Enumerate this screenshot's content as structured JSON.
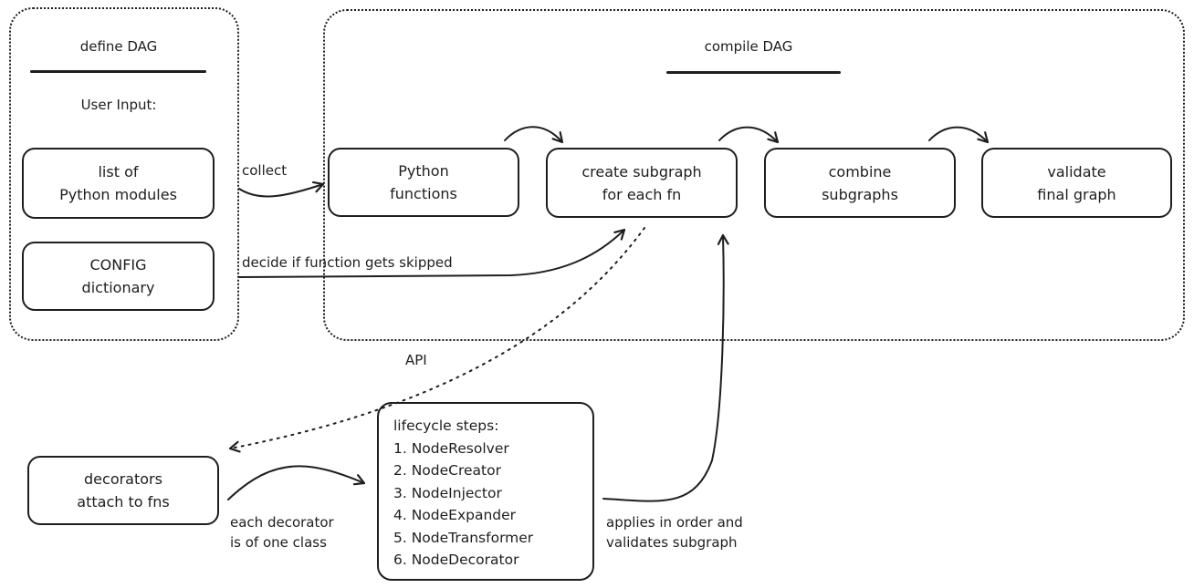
{
  "groups": {
    "define": {
      "title": "define DAG",
      "subtitle": "User Input:"
    },
    "compile": {
      "title": "compile DAG"
    }
  },
  "nodes": {
    "modules": {
      "line1": "list of",
      "line2": "Python modules"
    },
    "config": {
      "line1": "CONFIG",
      "line2": "dictionary"
    },
    "functions": {
      "line1": "Python",
      "line2": "functions"
    },
    "subgraph": {
      "line1": "create subgraph",
      "line2": "for each fn"
    },
    "combine": {
      "line1": "combine",
      "line2": "subgraphs"
    },
    "validate": {
      "line1": "validate",
      "line2": "final graph"
    },
    "decorators": {
      "line1": "decorators",
      "line2": "attach to fns"
    }
  },
  "lifecycle": {
    "heading": "lifecycle steps:",
    "steps": [
      "1. NodeResolver",
      "2. NodeCreator",
      "3. NodeInjector",
      "4. NodeExpander",
      "5. NodeTransformer",
      "6. NodeDecorator"
    ]
  },
  "edge_labels": {
    "collect": "collect",
    "skip": "decide if function gets skipped",
    "api": "API",
    "each_decorator_1": "each decorator",
    "each_decorator_2": "is of one class",
    "applies_1": "applies in order and",
    "applies_2": "validates subgraph"
  }
}
